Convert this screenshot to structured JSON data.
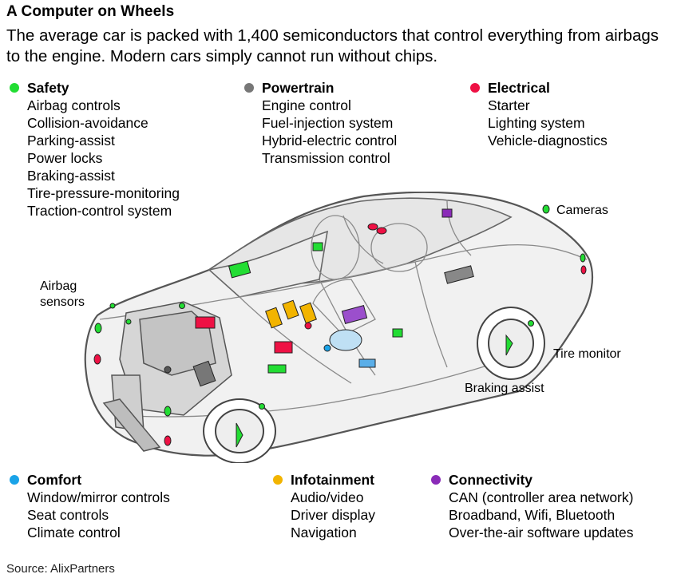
{
  "title": "A Computer on Wheels",
  "subtitle": "The average car is packed with 1,400 semiconductors that control everything from airbags to the engine. Modern cars simply cannot run without chips.",
  "categories": [
    {
      "name": "Safety",
      "color": "#22dd33",
      "items": [
        "Airbag controls",
        "Collision-avoidance",
        "Parking-assist",
        "Power locks",
        "Braking-assist",
        "Tire-pressure-monitoring",
        "Traction-control system"
      ]
    },
    {
      "name": "Powertrain",
      "color": "#777777",
      "items": [
        "Engine control",
        "Fuel-injection system",
        "Hybrid-electric control",
        "Transmission control"
      ]
    },
    {
      "name": "Electrical",
      "color": "#ee1144",
      "items": [
        "Starter",
        "Lighting system",
        "Vehicle-diagnostics"
      ]
    },
    {
      "name": "Comfort",
      "color": "#1aa3e8",
      "items": [
        "Window/mirror controls",
        "Seat controls",
        "Climate control"
      ]
    },
    {
      "name": "Infotainment",
      "color": "#f2b400",
      "items": [
        "Audio/video",
        "Driver display",
        "Navigation"
      ]
    },
    {
      "name": "Connectivity",
      "color": "#8a2bb8",
      "items": [
        "CAN (controller area network)",
        "Broadband, Wifi, Bluetooth",
        "Over-the-air software updates"
      ]
    }
  ],
  "callouts": {
    "airbag_sensors": "Airbag\nsensors",
    "cameras": "Cameras",
    "tire_monitor": "Tire monitor",
    "braking_assist": "Braking assist"
  },
  "source": "Source: AlixPartners"
}
